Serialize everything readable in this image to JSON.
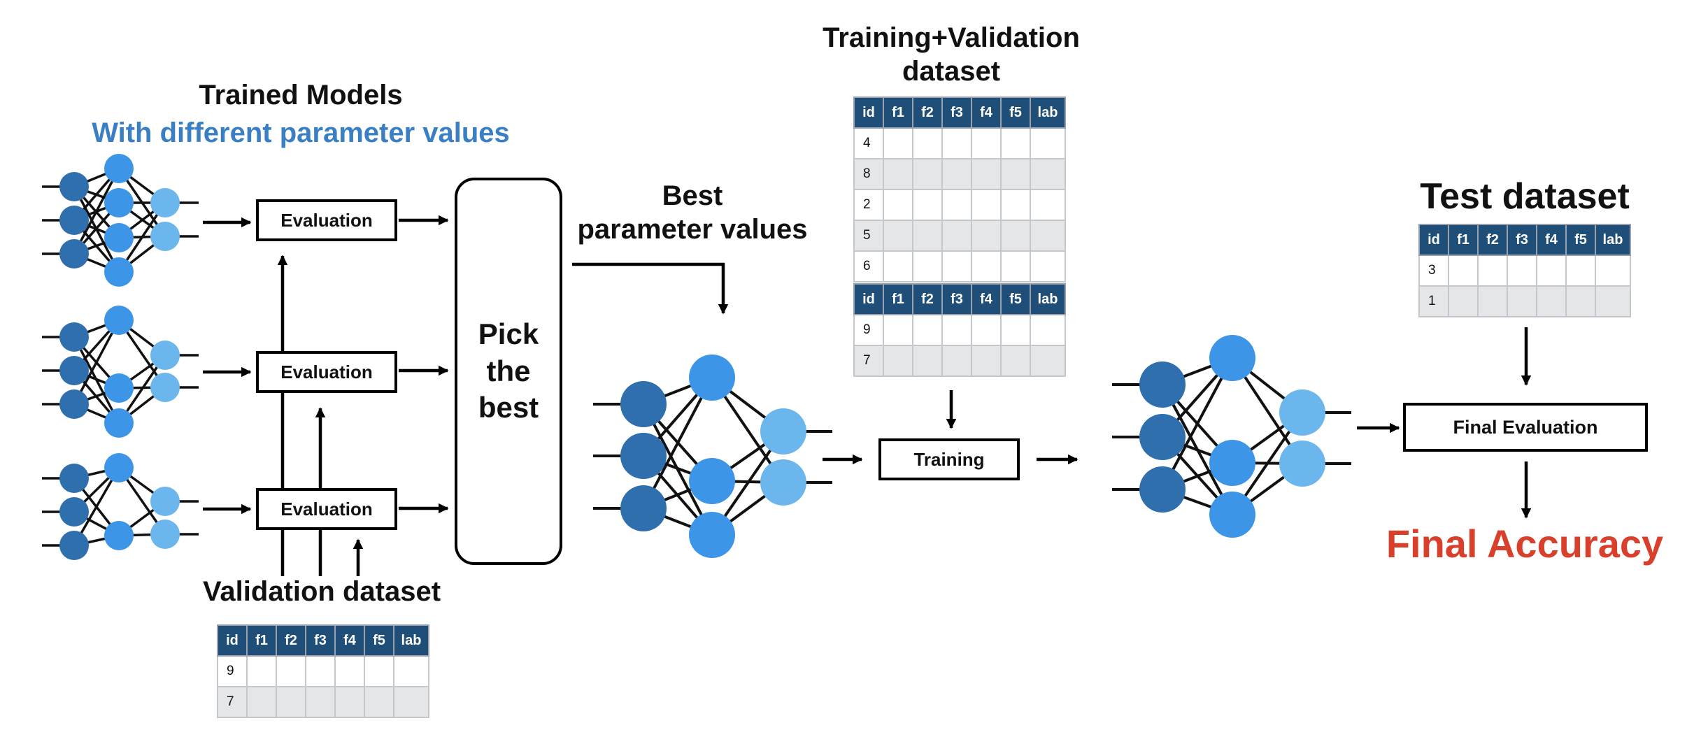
{
  "labels": {
    "trained_models": "Trained Models",
    "different_params": "With different parameter values",
    "evaluation": "Evaluation",
    "pick_the_best": [
      "Pick",
      "the",
      "best"
    ],
    "best_params": [
      "Best",
      "parameter values"
    ],
    "train_val_title": [
      "Training+Validation",
      "dataset"
    ],
    "training": "Training",
    "test_title": "Test dataset",
    "final_evaluation": "Final Evaluation",
    "final_accuracy": "Final Accuracy",
    "validation_title": "Validation dataset"
  },
  "table_columns": [
    "id",
    "f1",
    "f2",
    "f3",
    "f4",
    "f5",
    "lab"
  ],
  "tables": {
    "train_val_top": [
      "4",
      "8",
      "2",
      "5",
      "6"
    ],
    "train_val_bottom": [
      "9",
      "7"
    ],
    "test": [
      "3",
      "1"
    ],
    "validation": [
      "9",
      "7"
    ]
  },
  "colors": {
    "node_dark": "#2f6fae",
    "node_mid": "#3d95e8",
    "node_light": "#6cb6ee",
    "header": "#1f4e79",
    "accent_blue": "#3a7fc4",
    "accent_red": "#d9402b"
  }
}
